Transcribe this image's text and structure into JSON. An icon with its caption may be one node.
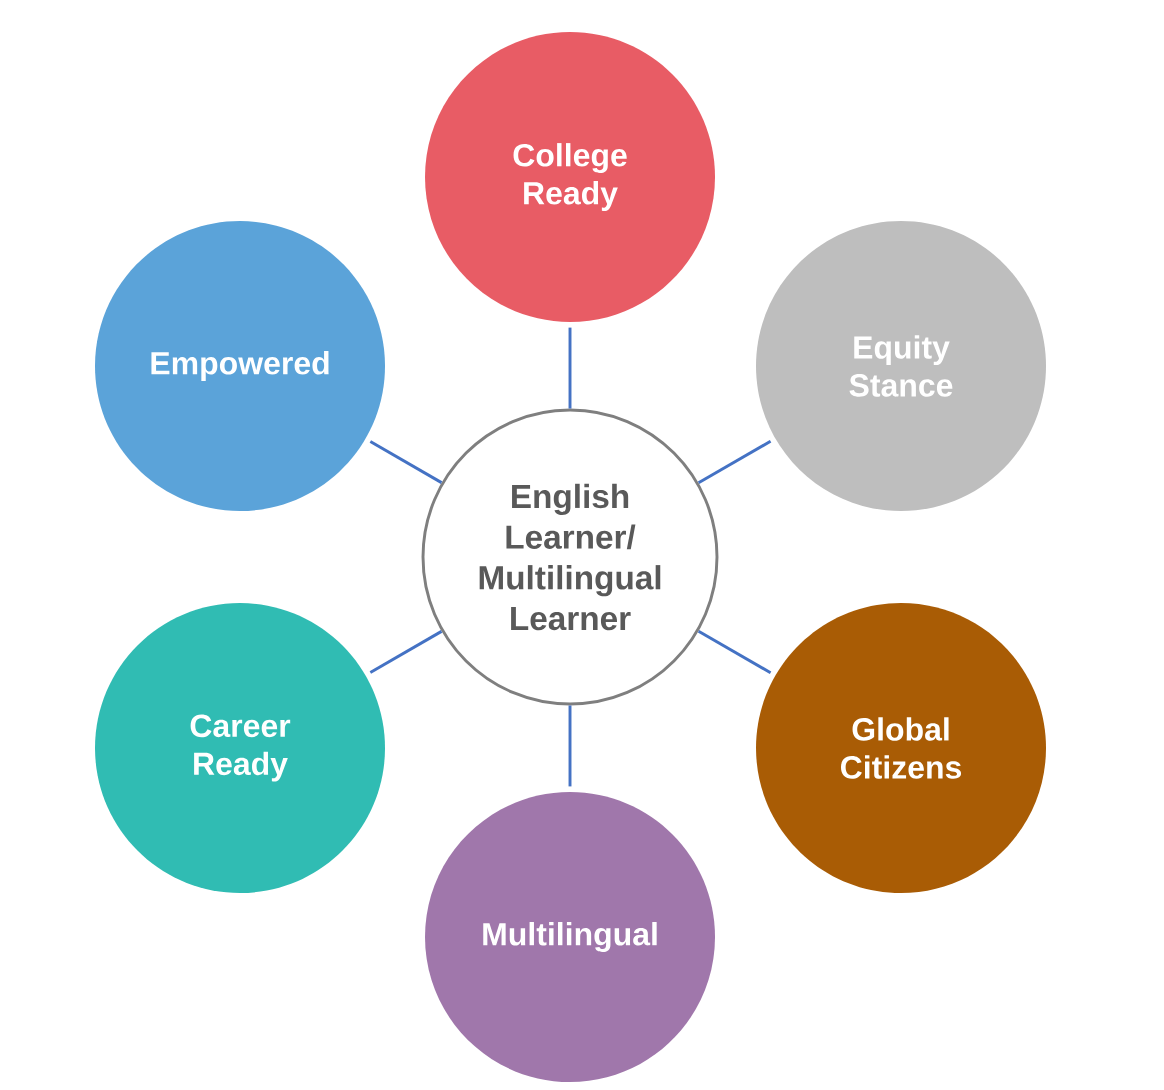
{
  "diagram": {
    "nodes": [
      {
        "text": [
          "English Learner/ Multilingual Learner"
        ]
      },
      {
        "text": [
          "College Ready"
        ]
      },
      {
        "text": [
          "Equity Stance"
        ]
      },
      {
        "text": [
          "Global Citizens"
        ]
      },
      {
        "text": [
          "Multilingual"
        ]
      },
      {
        "text": [
          "Career Ready"
        ]
      },
      {
        "text": [
          "Empowered"
        ]
      }
    ],
    "edges": [
      {
        "from": 0,
        "to": 1,
        "arrow": "none"
      },
      {
        "from": 0,
        "to": 2,
        "arrow": "none"
      },
      {
        "from": 0,
        "to": 3,
        "arrow": "none"
      },
      {
        "from": 0,
        "to": 4,
        "arrow": "none"
      },
      {
        "from": 0,
        "to": 5,
        "arrow": "none"
      },
      {
        "from": 0,
        "to": 6,
        "arrow": "none"
      }
    ]
  }
}
